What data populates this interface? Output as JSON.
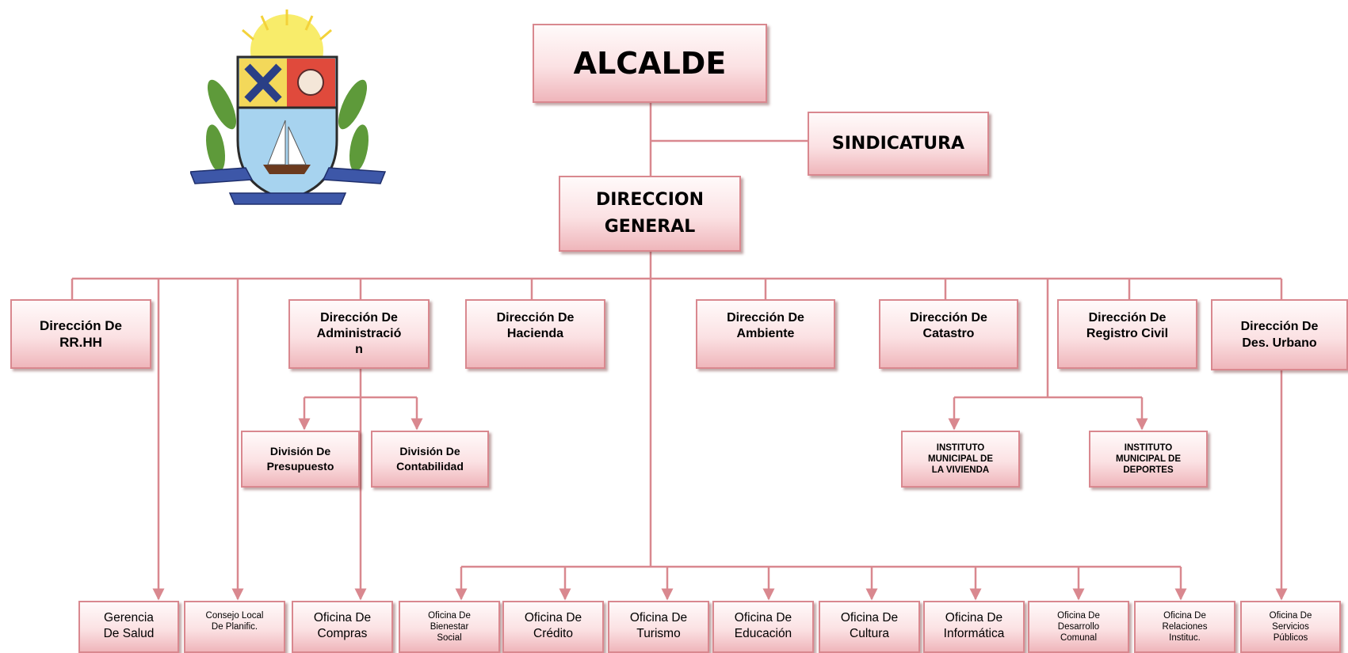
{
  "top": {
    "alcalde": "ALCALDE",
    "sindicatura": "SINDICATURA",
    "direccion_general": "DIRECCION\nGENERAL"
  },
  "direcciones": {
    "rrhh": "Dirección De\nRR.HH",
    "administracion": "Dirección De\nAdministració\nn",
    "hacienda": "Dirección De\nHacienda",
    "ambiente": "Dirección De\nAmbiente",
    "catastro": "Dirección De\nCatastro",
    "registro_civil": "Dirección De\nRegistro Civil",
    "des_urbano": "Dirección De\nDes. Urbano"
  },
  "divisiones": {
    "presupuesto": "División De\nPresupuesto",
    "contabilidad": "División De\nContabilidad"
  },
  "institutos": {
    "vivienda": "INSTITUTO\nMUNICIPAL DE\nLA VIVIENDA",
    "deportes": "INSTITUTO\nMUNICIPAL DE\nDEPORTES"
  },
  "oficinas": {
    "gerencia_salud": "Gerencia\nDe Salud",
    "consejo_local": "Consejo Local\nDe Planific.",
    "compras": "Oficina De\nCompras",
    "bienestar": "Oficina De\nBienestar\nSocial",
    "credito": "Oficina De\nCrédito",
    "turismo": "Oficina De\nTurismo",
    "educacion": "Oficina De\nEducación",
    "cultura": "Oficina De\nCultura",
    "informatica": "Oficina De\nInformática",
    "desarrollo": "Oficina De\nDesarrollo\nComunal",
    "relaciones": "Oficina De\nRelaciones\nInstituc.",
    "servicios": "Oficina De\nServicios\nPúblicos"
  },
  "colors": {
    "line": "#d9888f",
    "box_border": "#d9888f",
    "box_fill_bottom": "#efb6bb"
  },
  "logo": {
    "icon": "municipal-coat-of-arms"
  }
}
